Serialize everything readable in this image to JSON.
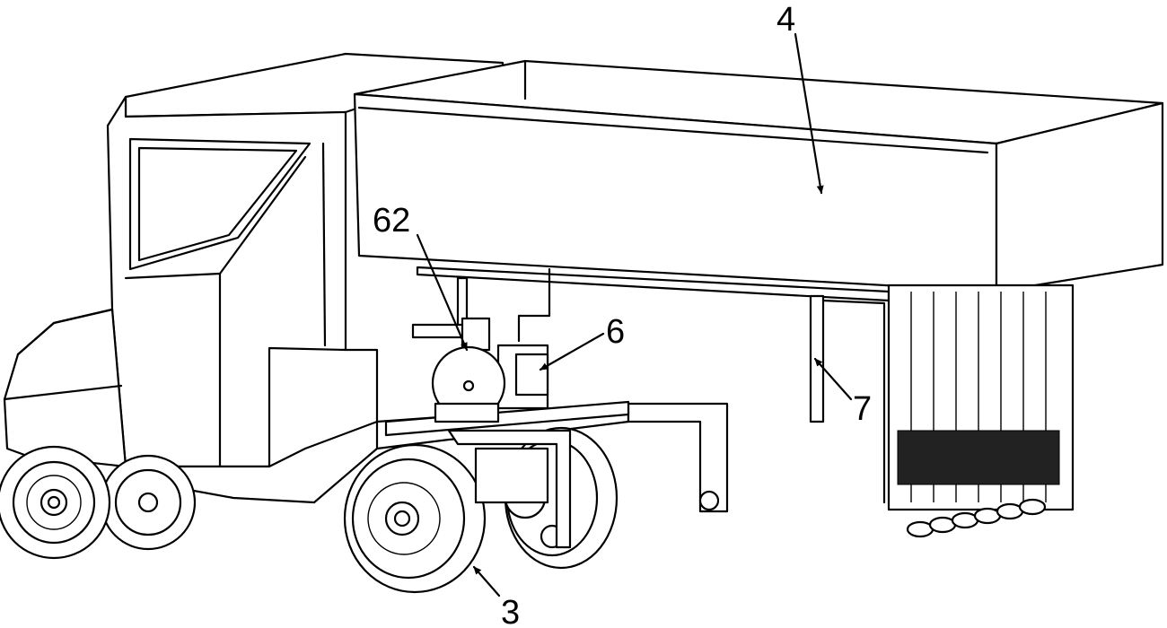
{
  "callouts": {
    "hopper": "4",
    "gear": "62",
    "motor": "6",
    "arm": "7",
    "wheel": "3"
  }
}
